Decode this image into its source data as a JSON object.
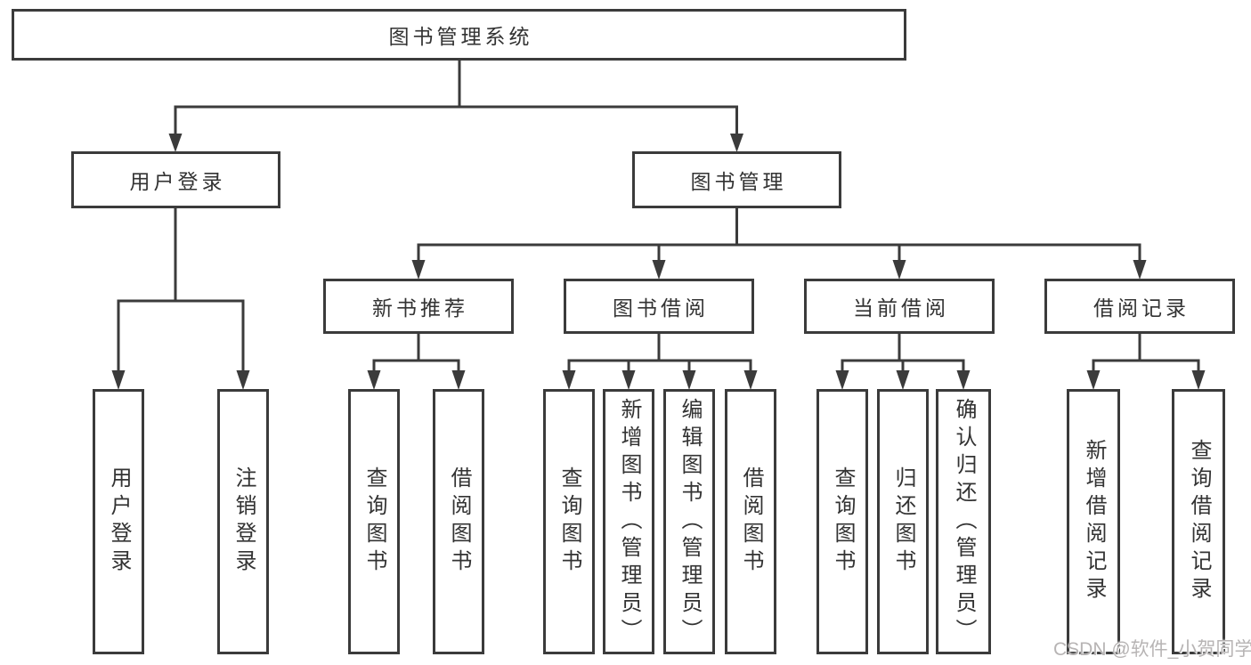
{
  "diagram_type": "hierarchy-tree",
  "colors": {
    "background": "#ffffff",
    "line": "#3b3b3b",
    "text": "#333333",
    "watermark": "#b7b4b4"
  },
  "tree": {
    "label": "图书管理系统",
    "children": [
      {
        "label": "用户登录",
        "children": [
          {
            "label": "用户登录"
          },
          {
            "label": "注销登录"
          }
        ]
      },
      {
        "label": "图书管理",
        "children": [
          {
            "label": "新书推荐",
            "children": [
              {
                "label": "查询图书"
              },
              {
                "label": "借阅图书"
              }
            ]
          },
          {
            "label": "图书借阅",
            "children": [
              {
                "label": "查询图书"
              },
              {
                "label": "新增图书（管理员）"
              },
              {
                "label": "编辑图书（管理员）"
              },
              {
                "label": "借阅图书"
              }
            ]
          },
          {
            "label": "当前借阅",
            "children": [
              {
                "label": "查询图书"
              },
              {
                "label": "归还图书"
              },
              {
                "label": "确认归还（管理员）"
              }
            ]
          },
          {
            "label": "借阅记录",
            "children": [
              {
                "label": "新增借阅记录"
              },
              {
                "label": "查询借阅记录"
              }
            ]
          }
        ]
      }
    ]
  },
  "watermark": "CSDN @软件_小贺同学"
}
